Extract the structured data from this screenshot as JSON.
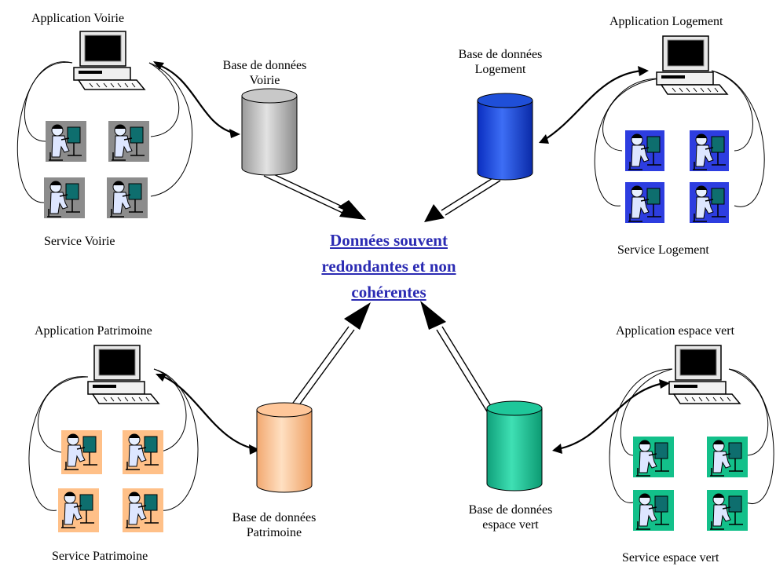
{
  "center_text": [
    "Données souvent",
    "redondantes et non",
    "cohérentes"
  ],
  "quadrants": {
    "voirie": {
      "application_label": "Application Voirie",
      "database_label": [
        "Base de données",
        "Voirie"
      ],
      "service_label": "Service Voirie",
      "db_color": "#c8c8c8",
      "workstation_bg": "#8c8c8c"
    },
    "logement": {
      "application_label": "Application Logement",
      "database_label": [
        "Base de données",
        "Logement"
      ],
      "service_label": "Service Logement",
      "db_color": "#1f4fd8",
      "workstation_bg": "#2d3de0"
    },
    "patrimoine": {
      "application_label": "Application Patrimoine",
      "database_label": [
        "Base de données",
        "Patrimoine"
      ],
      "service_label": "Service Patrimoine",
      "db_color": "#ffc79a",
      "workstation_bg": "#ffc088"
    },
    "espace_vert": {
      "application_label": "Application espace vert",
      "database_label": [
        "Base de données",
        "espace vert"
      ],
      "service_label": "Service espace vert",
      "db_color": "#1fc79a",
      "workstation_bg": "#13c08a"
    }
  }
}
